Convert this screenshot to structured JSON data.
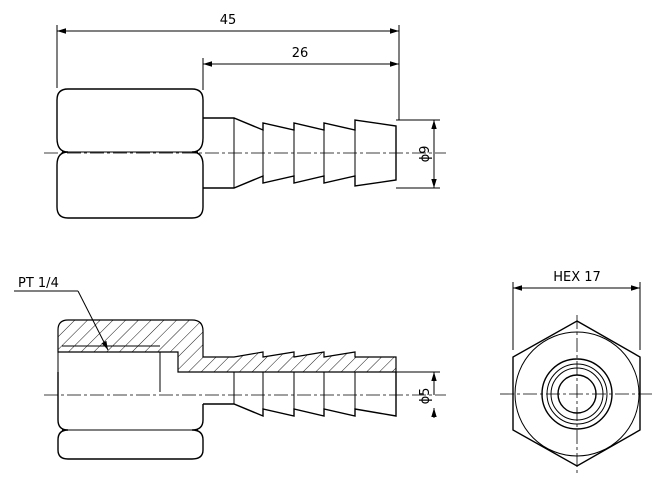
{
  "dimensions": {
    "overall_length": "45",
    "barb_length": "26",
    "barb_outer_diameter": "ϕ9",
    "bore_diameter": "ϕ5",
    "hex_size": "HEX 17",
    "thread_spec": "PT 1/4"
  }
}
